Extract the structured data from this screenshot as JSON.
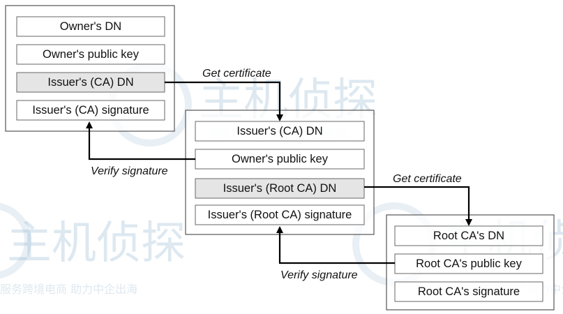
{
  "certificate_owner": {
    "fields": [
      "Owner's DN",
      "Owner's public key",
      "Issuer's (CA) DN",
      "Issuer's (CA) signature"
    ]
  },
  "certificate_ca": {
    "fields": [
      "Issuer's (CA) DN",
      "Owner's public key",
      "Issuer's (Root CA) DN",
      "Issuer's (Root CA) signature"
    ]
  },
  "certificate_root": {
    "fields": [
      "Root CA's DN",
      "Root CA's public key",
      "Root CA's signature"
    ]
  },
  "labels": {
    "get_certificate_1": "Get certificate",
    "verify_signature_1": "Verify signature",
    "get_certificate_2": "Get certificate",
    "verify_signature_2": "Verify signature"
  },
  "watermark": {
    "logo_text": "主机侦探",
    "tagline": "服务跨境电商 助力中企出海"
  },
  "colors": {
    "shaded_field": "#e5e5e5",
    "frame_stroke": "#555555",
    "arrow": "#000000",
    "watermark": "#7da8c6"
  }
}
